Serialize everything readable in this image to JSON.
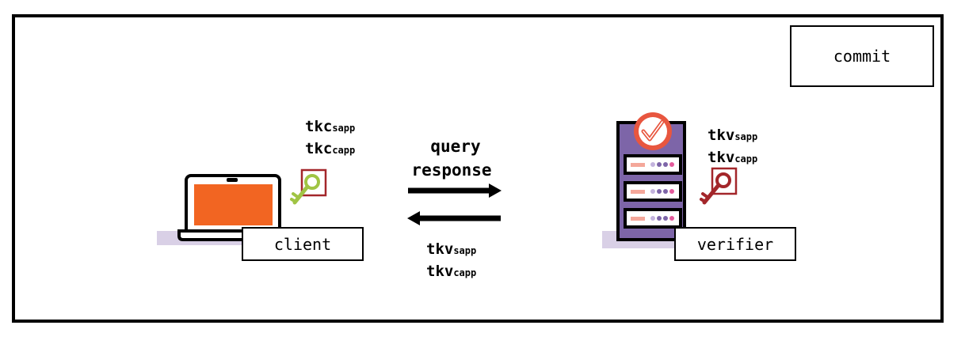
{
  "stage": {
    "commit_label": "commit"
  },
  "client": {
    "label": "client",
    "tokens": [
      {
        "base": "tkc",
        "sub": "sapp"
      },
      {
        "base": "tkc",
        "sub": "capp"
      }
    ],
    "key_icon": "key-icon",
    "key_color": "#a0c444",
    "screen_color": "#f26522"
  },
  "verifier": {
    "label": "verifier",
    "tokens": [
      {
        "base": "tkv",
        "sub": "sapp"
      },
      {
        "base": "tkv",
        "sub": "capp"
      }
    ],
    "key_icon": "key-icon",
    "key_color": "#a3262a",
    "server_color": "#7d65a8",
    "badge_color": "#e8563f"
  },
  "messages": {
    "request_lines": [
      "query",
      "response"
    ],
    "reply_tokens": [
      {
        "base": "tkv",
        "sub": "sapp"
      },
      {
        "base": "tkv",
        "sub": "capp"
      }
    ]
  },
  "colors": {
    "shadow": "#d9d0e6",
    "frame": "#000000"
  }
}
